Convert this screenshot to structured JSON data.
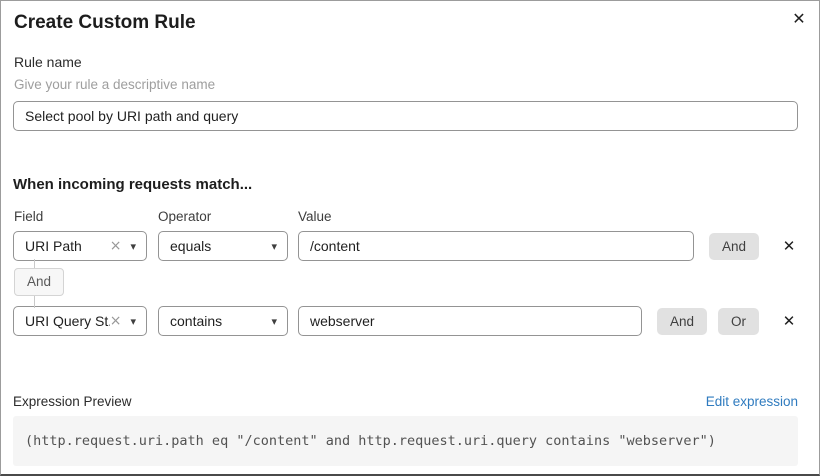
{
  "dialog": {
    "title": "Create Custom Rule"
  },
  "icons": {
    "close": "✕",
    "clear": "×",
    "caret": "▾",
    "remove": "✕"
  },
  "rule_name": {
    "label": "Rule name",
    "hint": "Give your rule a descriptive name",
    "value": "Select pool by URI path and query"
  },
  "matcher": {
    "heading": "When incoming requests match...",
    "columns": {
      "field": "Field",
      "operator": "Operator",
      "value": "Value"
    },
    "connector_label": "And",
    "rows": [
      {
        "field": "URI Path",
        "operator": "equals",
        "value": "/content",
        "and_label": "And"
      },
      {
        "field": "URI Query St...",
        "operator": "contains",
        "value": "webserver",
        "and_label": "And",
        "or_label": "Or"
      }
    ]
  },
  "expression": {
    "label": "Expression Preview",
    "edit_link": "Edit expression",
    "code": "(http.request.uri.path eq \"/content\" and http.request.uri.query contains \"webserver\")"
  },
  "colors": {
    "link_blue": "#2f7bbf",
    "button_gray": "#e1e1e1",
    "code_background": "#f5f5f5",
    "input_border": "#949494"
  }
}
